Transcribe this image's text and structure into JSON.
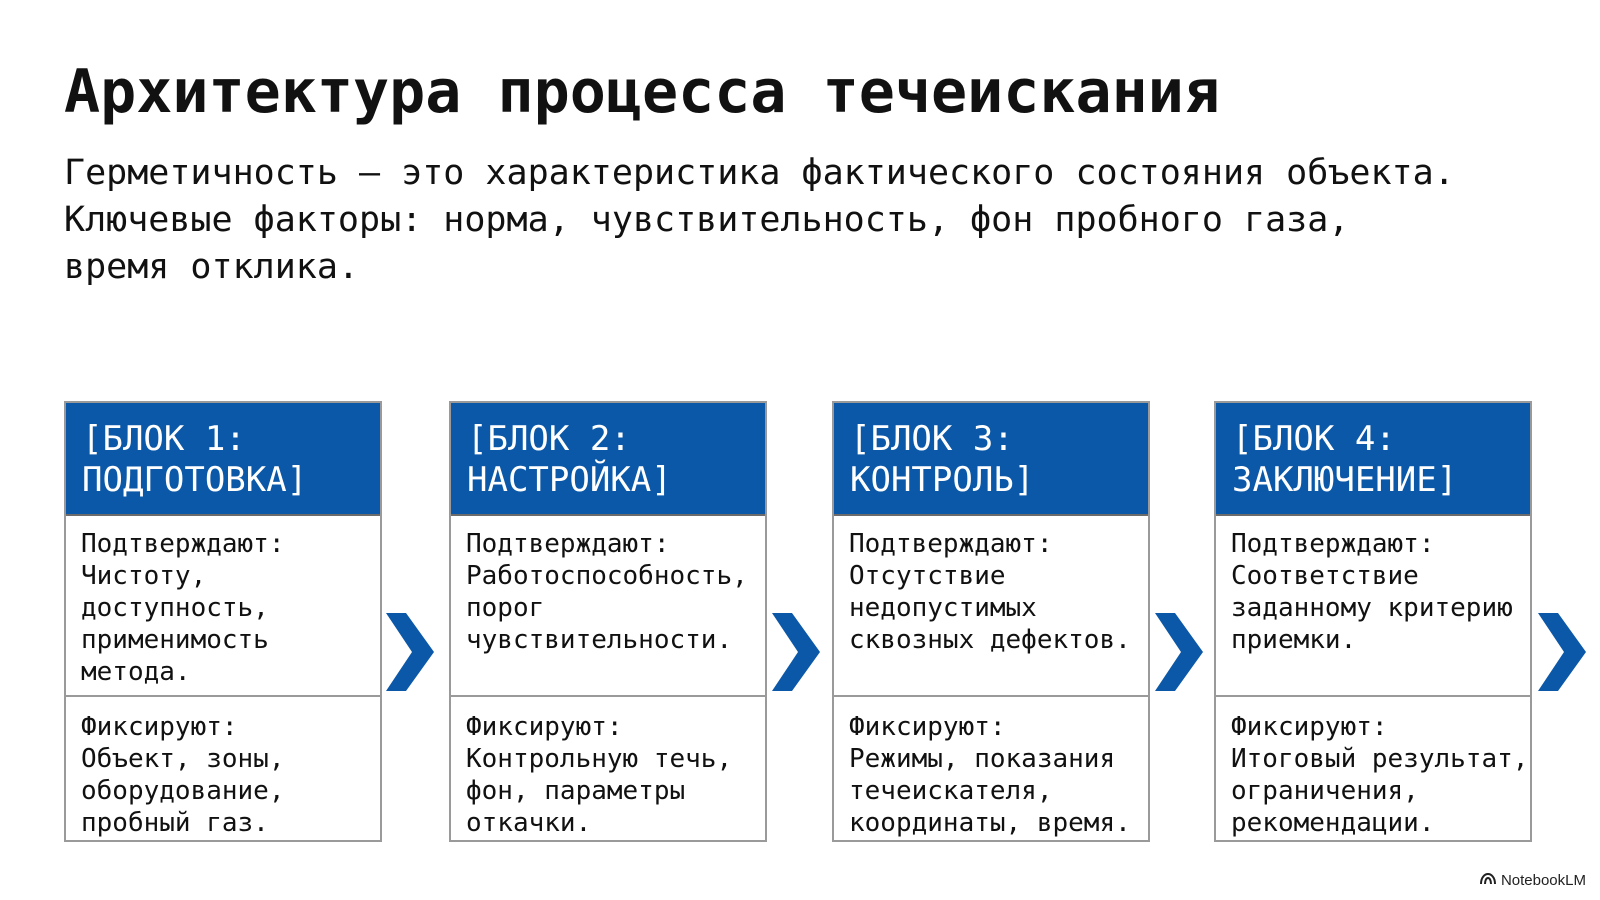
{
  "title": "Архитектура процесса течеискания",
  "subtitle": {
    "lines": [
      "Герметичность — это характеристика фактического состояния объекта.",
      "Ключевые факторы: норма, чувствительность, фон пробного газа,",
      "время отклика."
    ]
  },
  "blocks": [
    {
      "header": [
        "[БЛОК 1:",
        "ПОДГОТОВКА]"
      ],
      "confirm": [
        "Подтверждают:",
        "Чистоту,",
        "доступность,",
        "применимость",
        "метода."
      ],
      "record": [
        "Фиксируют:",
        "Объект, зоны,",
        "оборудование,",
        "пробный газ."
      ]
    },
    {
      "header": [
        "[БЛОК 2:",
        "НАСТРОЙКА]"
      ],
      "confirm": [
        "Подтверждают:",
        "Работоспособность,",
        "порог",
        "чувствительности."
      ],
      "record": [
        "Фиксируют:",
        "Контрольную течь,",
        "фон, параметры",
        "откачки."
      ]
    },
    {
      "header": [
        "[БЛОК 3:",
        "КОНТРОЛЬ]"
      ],
      "confirm": [
        "Подтверждают:",
        "Отсутствие",
        "недопустимых",
        "сквозных дефектов."
      ],
      "record": [
        "Фиксируют:",
        "Режимы, показания",
        "течеискателя,",
        "координаты, время."
      ]
    },
    {
      "header": [
        "[БЛОК 4:",
        "ЗАКЛЮЧЕНИЕ]"
      ],
      "confirm": [
        "Подтверждают:",
        "Соответствие",
        "заданному критерию",
        "приемки."
      ],
      "record": [
        "Фиксируют:",
        "Итоговый результат,",
        "ограничения,",
        "рекомендации."
      ]
    }
  ],
  "colors": {
    "accent": "#0b58a8",
    "border": "#9a9a9a",
    "text": "#111111"
  },
  "icons": {
    "flow_arrow": "chevron-right-icon",
    "brand": "notebooklm-logo-icon"
  },
  "brand": {
    "label": "NotebookLM"
  }
}
